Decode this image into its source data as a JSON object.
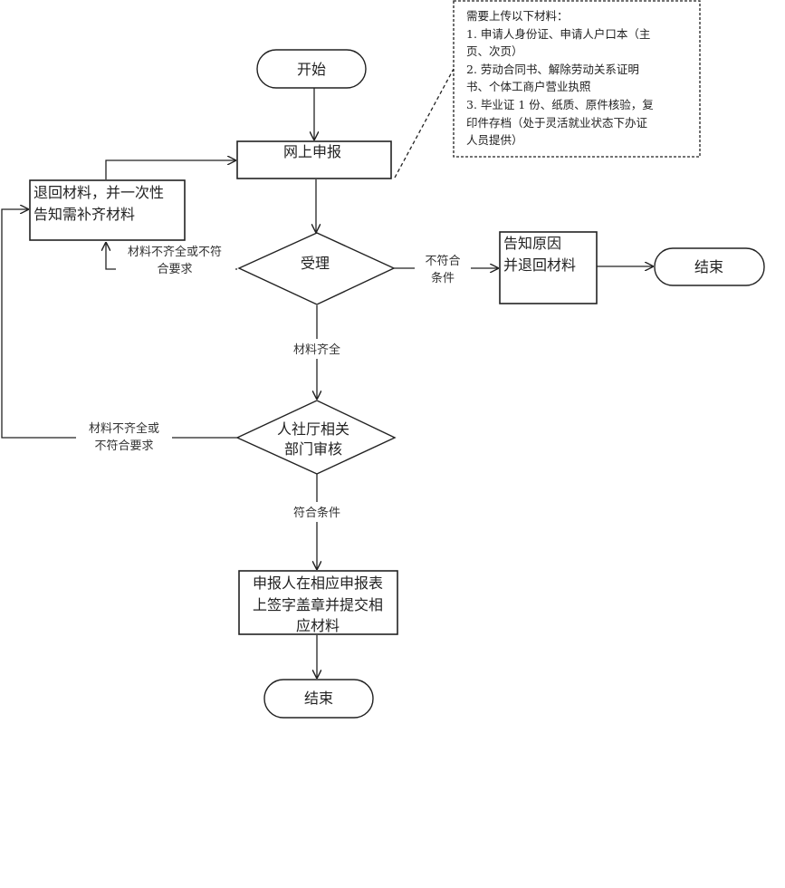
{
  "nodes": {
    "start": "开始",
    "online_apply": "网上申报",
    "return_materials": [
      "退回材料，并一次性",
      "告知需补齐材料"
    ],
    "accept": "受理",
    "notify_reason": [
      "告知原因",
      "并退回材料"
    ],
    "end_right": "结束",
    "review": [
      "人社厅相关",
      "部门审核"
    ],
    "sign_submit": [
      "申报人在相应申报表",
      "上签字盖章并提交相",
      "应材料"
    ],
    "end_bottom": "结束"
  },
  "note": {
    "lines": [
      "需要上传以下材料：",
      "1.  申请人身份证、申请人户口本（主",
      "页、次页）",
      "2.  劳动合同书、解除劳动关系证明",
      "书、个体工商户营业执照",
      "3.  毕业证 1 份、纸质、原件核验，复",
      "印件存档（处于灵活就业状态下办证",
      "人员提供）"
    ]
  },
  "edge_labels": {
    "incomplete_1": [
      "材料不齐全或不符",
      "合要求"
    ],
    "not_qualified": [
      "不符合",
      "条件"
    ],
    "complete": "材料齐全",
    "incomplete_2": [
      "材料不齐全或",
      "不符合要求"
    ],
    "qualified": "符合条件"
  }
}
